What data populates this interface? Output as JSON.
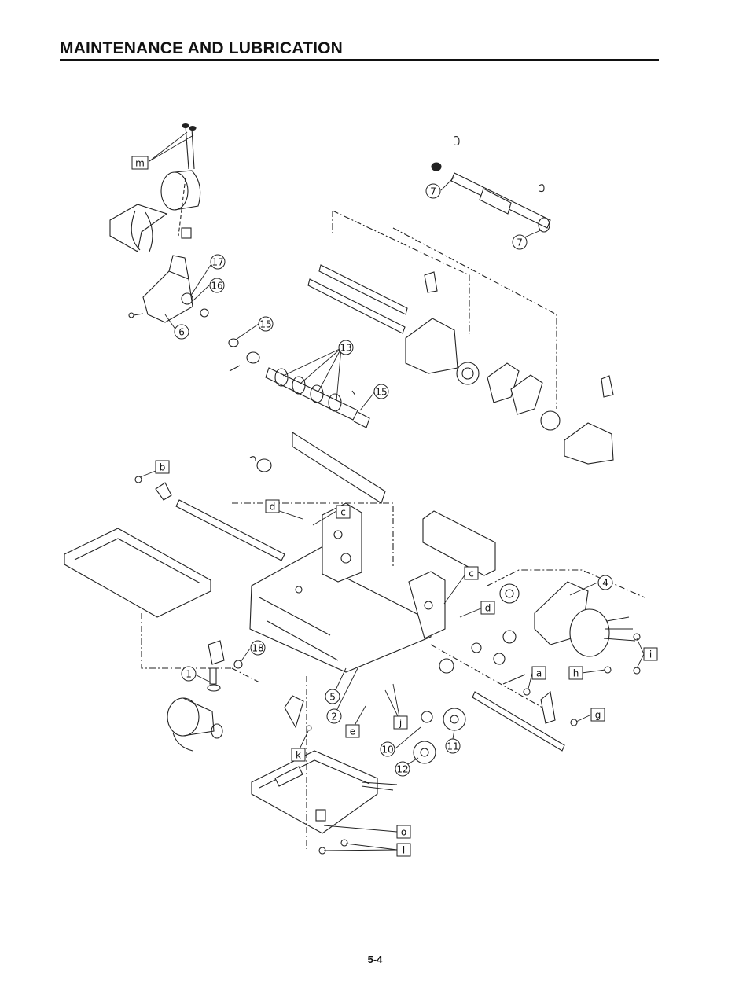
{
  "header": {
    "title": "MAINTENANCE AND LUBRICATION"
  },
  "footer": {
    "page_number": "5-4"
  },
  "diagram": {
    "circled_callouts": [
      "17",
      "16",
      "6",
      "15",
      "13",
      "15",
      "7",
      "7",
      "4",
      "18",
      "1",
      "5",
      "2",
      "10",
      "11",
      "12"
    ],
    "boxed_callouts": [
      "m",
      "b",
      "d",
      "c",
      "c",
      "d",
      "a",
      "h",
      "i",
      "g",
      "j",
      "e",
      "k",
      "o",
      "l"
    ]
  }
}
